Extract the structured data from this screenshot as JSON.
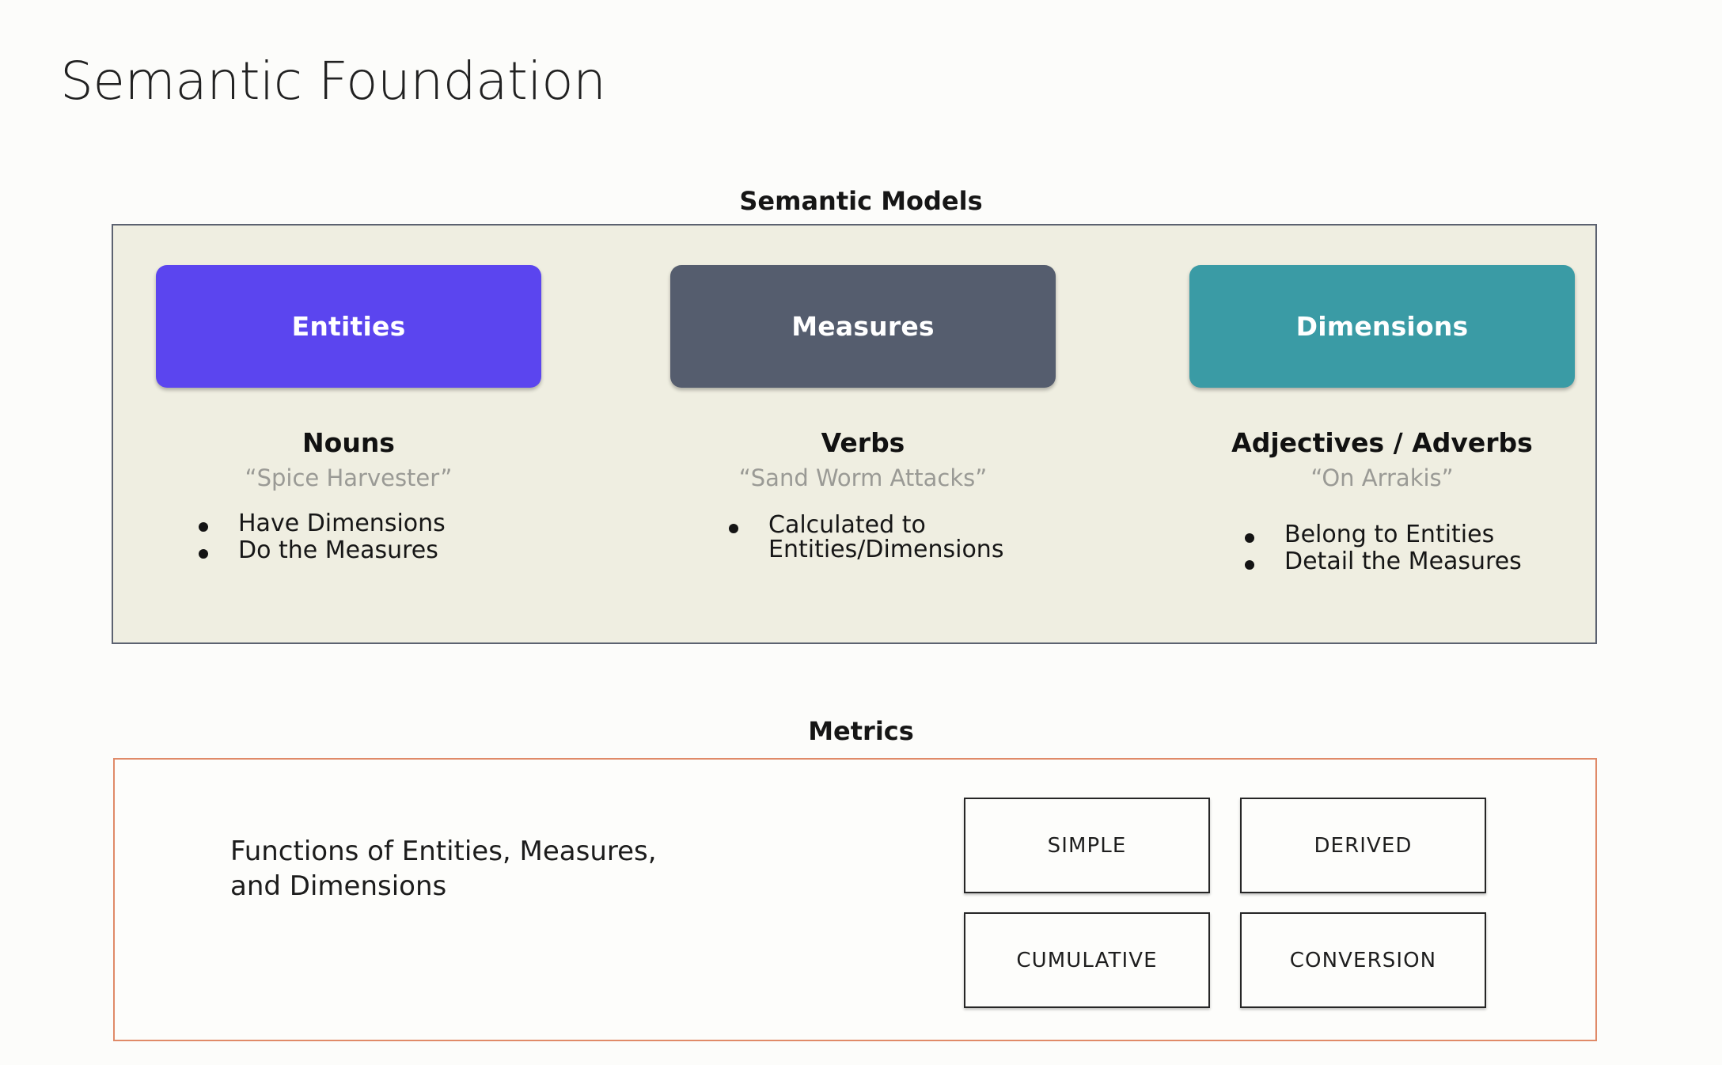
{
  "slide": {
    "title": "Semantic Foundation",
    "background_color": "#fcfcfa"
  },
  "semantic_models": {
    "heading": "Semantic Models",
    "panel_background": "#efeee1",
    "panel_border_color": "#5c6270",
    "columns": [
      {
        "card_label": "Entities",
        "card_color": "#5b45ef",
        "part_of_speech": "Nouns",
        "example": "“Spice Harvester”",
        "bullets": [
          "Have Dimensions",
          "Do the Measures"
        ]
      },
      {
        "card_label": "Measures",
        "card_color": "#555d6e",
        "part_of_speech": "Verbs",
        "example": "“Sand Worm Attacks”",
        "bullets": [
          "Calculated to\nEntities/Dimensions"
        ]
      },
      {
        "card_label": "Dimensions",
        "card_color": "#3a9ba5",
        "part_of_speech": "Adjectives / Adverbs",
        "example": "“On Arrakis”",
        "bullets": [
          "Belong to Entities",
          "Detail the Measures"
        ]
      }
    ]
  },
  "metrics": {
    "heading": "Metrics",
    "panel_border_color": "#e08a68",
    "description": "Functions of Entities, Measures,\nand Dimensions",
    "boxes": [
      "SIMPLE",
      "DERIVED",
      "CUMULATIVE",
      "CONVERSION"
    ]
  }
}
